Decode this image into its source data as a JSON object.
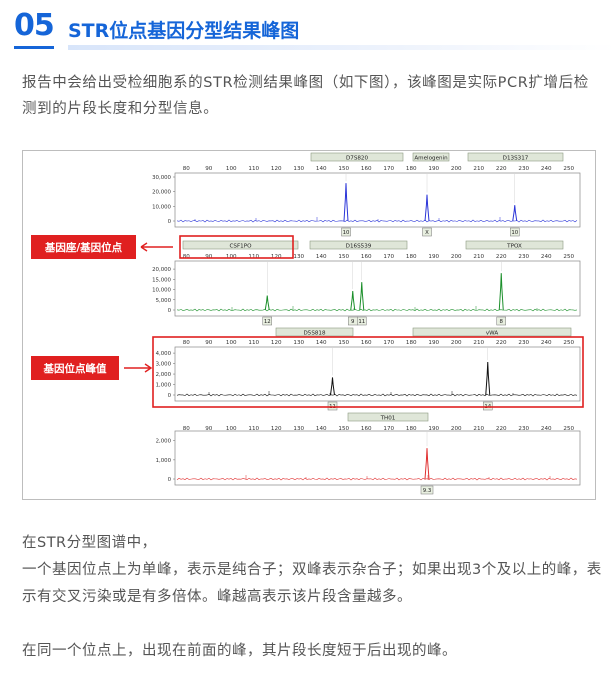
{
  "section": {
    "number": "05",
    "title": "STR位点基因分型结果峰图"
  },
  "intro": "报告中会给出受检细胞系的STR检测结果峰图（如下图），该峰图是实际PCR扩增后检测到的片段长度和分型信息。",
  "figure": {
    "x_ticks": [
      "80",
      "90",
      "100",
      "110",
      "120",
      "130",
      "140",
      "150",
      "160",
      "170",
      "180",
      "190",
      "200",
      "210",
      "220",
      "230",
      "240",
      "250"
    ],
    "callouts": [
      {
        "label": "基因座/基因位点",
        "color": "#e02020"
      },
      {
        "label": "基因位点峰值",
        "color": "#e02020"
      }
    ],
    "panels": [
      {
        "color": "#2b35d8",
        "loci": [
          "D7S820",
          "Amelogenin",
          "D13S317"
        ],
        "y_ticks": [
          "30,000",
          "20,000",
          "10,000",
          "0"
        ],
        "y_max": 30000,
        "peaks": [
          {
            "x": 151,
            "h": 0.86
          },
          {
            "x": 187,
            "h": 0.6
          },
          {
            "x": 226,
            "h": 0.36
          }
        ],
        "alleles": [
          "10",
          "X",
          "10"
        ]
      },
      {
        "color": "#1b8f2a",
        "loci": [
          "CSF1PO",
          "D16S539",
          "TPOX"
        ],
        "y_ticks": [
          "20,000",
          "15,000",
          "10,000",
          "5,000",
          "0"
        ],
        "y_max": 22000,
        "peaks": [
          {
            "x": 116,
            "h": 0.32
          },
          {
            "x": 154,
            "h": 0.42
          },
          {
            "x": 158,
            "h": 0.62
          },
          {
            "x": 220,
            "h": 0.82
          }
        ],
        "alleles": [
          "12",
          "9",
          "11",
          "8"
        ]
      },
      {
        "color": "#111111",
        "loci": [
          "D5S818",
          "vWA"
        ],
        "y_ticks": [
          "4,000",
          "3,000",
          "2,000",
          "1,000",
          "0"
        ],
        "y_max": 4200,
        "peaks": [
          {
            "x": 145,
            "h": 0.4
          },
          {
            "x": 214,
            "h": 0.75
          }
        ],
        "alleles": [
          "11",
          "14"
        ]
      },
      {
        "color": "#e03030",
        "loci": [
          "TH01"
        ],
        "y_ticks": [
          "2,000",
          "1,000",
          "0"
        ],
        "y_max": 2300,
        "peaks": [
          {
            "x": 187,
            "h": 0.7
          }
        ],
        "alleles": [
          "9.3"
        ]
      }
    ]
  },
  "paragraphs": {
    "p1": "在STR分型图谱中，",
    "p2": "一个基因位点上为单峰，表示是纯合子；双峰表示杂合子；如果出现3个及以上的峰，表示有交叉污染或是有多倍体。峰越高表示该片段含量越多。",
    "p3": "在同一个位点上，出现在前面的峰，其片段长度短于后出现的峰。"
  }
}
